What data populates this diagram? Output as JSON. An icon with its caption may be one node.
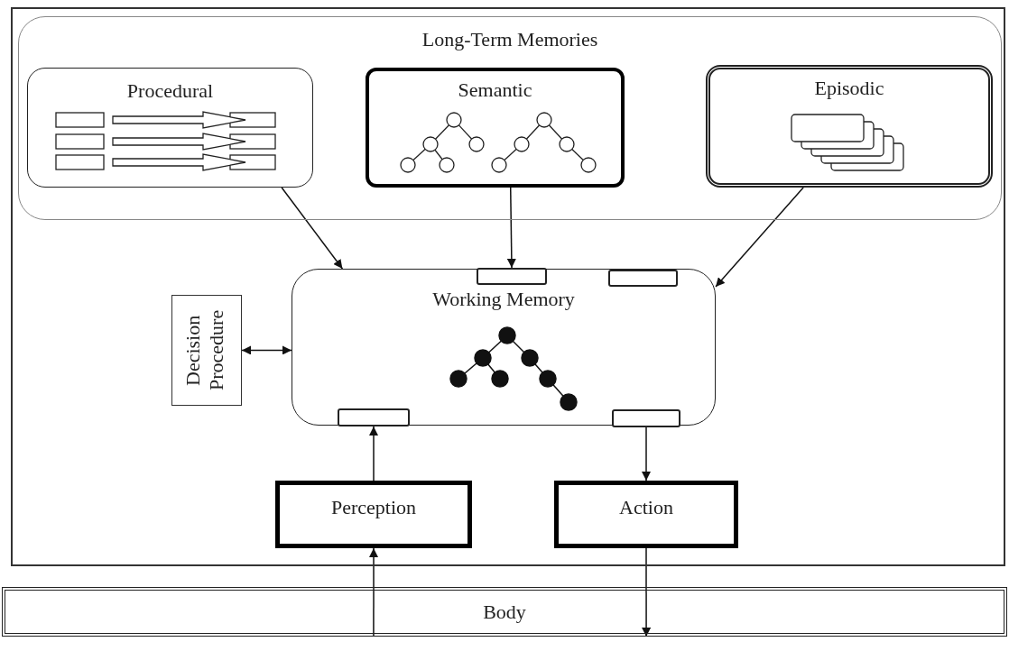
{
  "diagram": {
    "nodes": [
      {
        "text": [],
        "shape": "box"
      },
      {
        "text": [
          "Long-Term Memories"
        ],
        "in": 0
      },
      {
        "text": [
          "Procedural"
        ],
        "in": 1
      },
      {
        "text": [
          "Semantic"
        ],
        "in": 1
      },
      {
        "text": [
          "Episodic"
        ],
        "in": 1
      },
      {
        "text": [
          "Decision Procedure"
        ],
        "in": 0
      },
      {
        "text": [
          "Working Memory"
        ],
        "in": 0
      },
      {
        "text": [],
        "shape": "box",
        "in": 6
      },
      {
        "text": [],
        "shape": "box",
        "in": 6
      },
      {
        "text": [],
        "shape": "box",
        "in": 6
      },
      {
        "text": [],
        "shape": "box",
        "in": 6
      },
      {
        "text": [
          "Perception"
        ],
        "in": 0
      },
      {
        "text": [
          "Action"
        ],
        "in": 0
      },
      {
        "text": [
          "Body"
        ]
      }
    ],
    "edges": [
      {
        "from": 2,
        "to": 6,
        "arrow": "to"
      },
      {
        "from": 3,
        "to": 7,
        "arrow": "to"
      },
      {
        "from": 4,
        "to": 6,
        "arrow": "to"
      },
      {
        "from": 5,
        "to": 6,
        "arrow": "both"
      },
      {
        "from": 11,
        "to": 9,
        "arrow": "to"
      },
      {
        "from": 10,
        "to": 12,
        "arrow": "to"
      },
      {
        "from": 13,
        "to": 11,
        "arrow": "to"
      },
      {
        "from": 12,
        "to": 13,
        "arrow": "to"
      }
    ]
  }
}
